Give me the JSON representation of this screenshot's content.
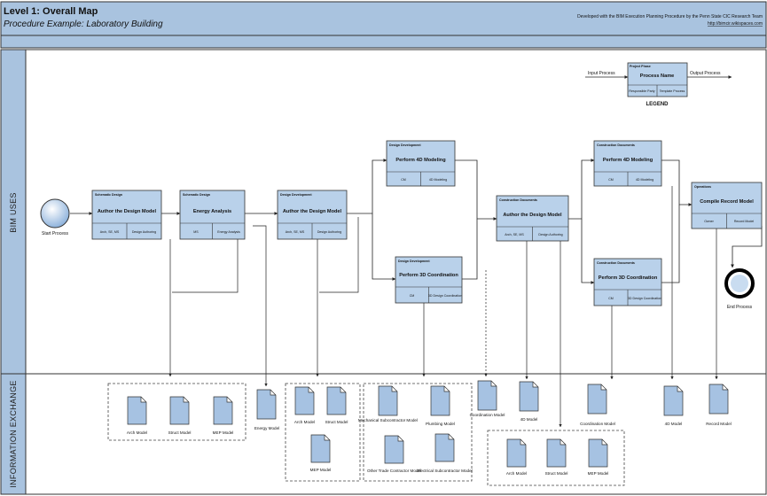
{
  "header": {
    "title": "Level 1: Overall Map",
    "subtitle": "Procedure Example: Laboratory Building",
    "credit": "Developed with the BIM Execution Planning Procedure by the Penn State CIC Research Team",
    "link": "http://bimcir.wikispaces.com"
  },
  "lanes": {
    "uses": "BIM USES",
    "exchange": "INFORMATION EXCHANGE"
  },
  "legend": {
    "input": "Input Process",
    "output": "Output Process",
    "phase": "Project Phase",
    "name": "Process Name",
    "left": "Responsible Party",
    "right": "Template Process",
    "label": "LEGEND"
  },
  "events": {
    "start": "Start Process",
    "end": "End Process"
  },
  "processes": [
    {
      "phase": "Schematic Design",
      "name": "Author the Design Model",
      "left": "Arch, SE, MS",
      "right": "Design Authoring"
    },
    {
      "phase": "Schematic Design",
      "name": "Energy Analysis",
      "left": "MS",
      "right": "Energy Analysis"
    },
    {
      "phase": "Design Development",
      "name": "Author the Design Model",
      "left": "Arch, SE, MS",
      "right": "Design Authoring"
    },
    {
      "phase": "Design Development",
      "name": "Perform 4D Modeling",
      "left": "CM",
      "right": "4D Modeling"
    },
    {
      "phase": "Design Development",
      "name": "Perform 3D Coordination",
      "left": "CM",
      "right": "3D Design Coordination"
    },
    {
      "phase": "Construction Documents",
      "name": "Author the Design Model",
      "left": "Arch, SE, MS",
      "right": "Design Authoring"
    },
    {
      "phase": "Construction Documents",
      "name": "Perform 4D Modeling",
      "left": "CM",
      "right": "4D Modeling"
    },
    {
      "phase": "Construction Documents",
      "name": "Perform 3D Coordination",
      "left": "CM",
      "right": "3D Design Coordination"
    },
    {
      "phase": "Operations",
      "name": "Compile Record Model",
      "left": "Owner",
      "right": "Record Model"
    }
  ],
  "documents": [
    "Arch Model",
    "Struct Model",
    "MEP Model",
    "Energy Model",
    "Arch Model",
    "Struct Model",
    "MEP Model",
    "Mechanical Subcontractor Model",
    "Plumbing Model",
    "Other Trade Contractor Model",
    "Electrical Subcontractor Model",
    "Coordination Model",
    "4D Model",
    "Arch Model",
    "Struct Model",
    "MEP Model",
    "Coordination Model",
    "4D Model",
    "Record Model"
  ],
  "colors": {
    "band": "#a9c3df",
    "box": "#b9d1ea",
    "doc": "#a6c2e2",
    "line": "#333333"
  }
}
